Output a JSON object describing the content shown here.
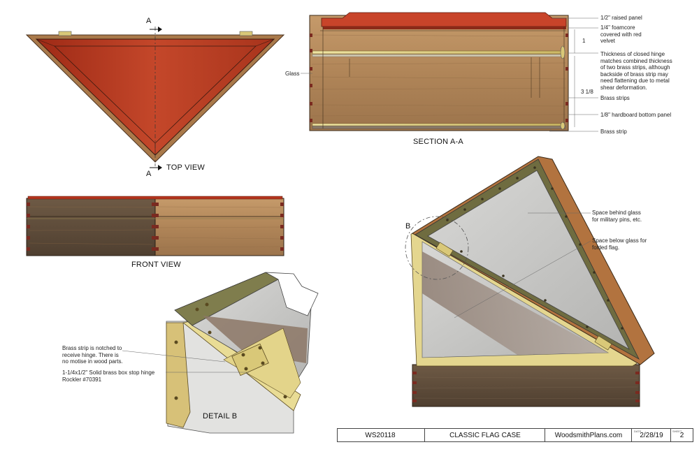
{
  "views": {
    "top": "TOP VIEW",
    "section": "SECTION A-A",
    "front": "FRONT VIEW",
    "detail": "DETAIL  B"
  },
  "section_marks": {
    "a_top": "A",
    "a_bottom": "A",
    "b": "B"
  },
  "callouts": {
    "raised_panel": "1/2\" raised panel",
    "foamcore": "1/4\" foamcore\ncovered with red\nvelvet",
    "hinge_thickness": "Thickness of closed hinge\nmatches combined thickness\nof two brass strips, although\nbackside of brass strip may\nneed flattening due to metal\nshear deformation.",
    "brass_strips": "Brass strips",
    "bottom_panel": "1/8\" hardboard bottom panel",
    "brass_strip": "Brass strip",
    "glass": "Glass",
    "space_behind": "Space behind glass\nfor military pins, etc.",
    "space_below": "Space below glass for\nfolded flag.",
    "notched": "Brass strip is notched to\nreceive hinge. There is\nno motise in wood parts.",
    "hinge_spec": "1-1/4x1/2\" Solid brass box stop hinge\nRockler #70391"
  },
  "dimensions": {
    "d1": "1",
    "d2": "3 1/8"
  },
  "title_block": {
    "plan_no": "WS20118",
    "title": "CLASSIC FLAG CASE",
    "site": "WoodsmithPlans.com",
    "date_label": "DATE",
    "date": "2/28/19",
    "sheet_label": "SHEET",
    "sheet": "2"
  },
  "colors": {
    "velvet": "#b5351e",
    "oak": "#b58a5c",
    "walnut": "#5e4a38",
    "brass": "#d9c878",
    "glass": "#c9c9c9",
    "frame": "#5a5a3a"
  }
}
